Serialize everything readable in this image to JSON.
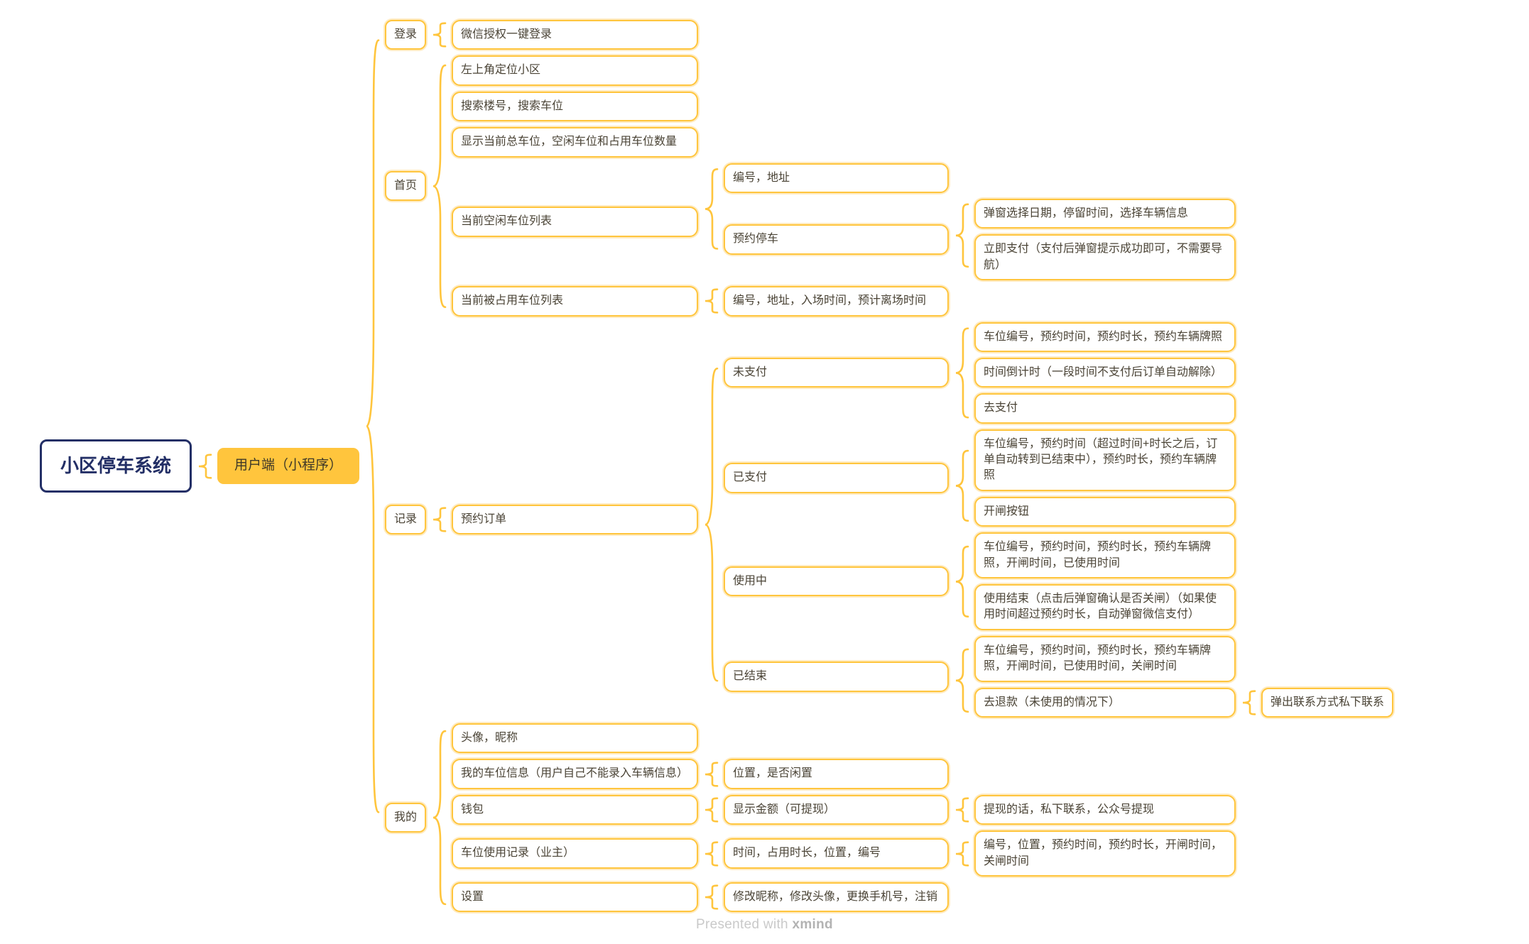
{
  "colors": {
    "accent": "#FFC53D",
    "root_border": "#232F66",
    "text": "#4A4335"
  },
  "footer": {
    "prefix": "Presented with ",
    "brand": "xmind"
  },
  "tree": {
    "id": "root",
    "label": "小区停车系统",
    "children": [
      {
        "id": "user-client",
        "label": "用户端（小程序）",
        "children": [
          {
            "id": "login",
            "label": "登录",
            "children": [
              {
                "id": "login-wechat-onekey",
                "label": "微信授权一键登录"
              }
            ]
          },
          {
            "id": "home",
            "label": "首页",
            "children": [
              {
                "id": "home-locate-community",
                "label": "左上角定位小区"
              },
              {
                "id": "home-search",
                "label": "搜索楼号，搜索车位"
              },
              {
                "id": "home-stats",
                "label": "显示当前总车位，空闲车位和占用车位数量"
              },
              {
                "id": "home-free-list",
                "label": "当前空闲车位列表",
                "children": [
                  {
                    "id": "free-number-address",
                    "label": "编号，地址"
                  },
                  {
                    "id": "free-reserve",
                    "label": "预约停车",
                    "children": [
                      {
                        "id": "reserve-popup",
                        "label": "弹窗选择日期，停留时间，选择车辆信息"
                      },
                      {
                        "id": "reserve-pay-now",
                        "label": "立即支付（支付后弹窗提示成功即可，不需要导航）"
                      }
                    ]
                  }
                ]
              },
              {
                "id": "home-occupied-list",
                "label": "当前被占用车位列表",
                "children": [
                  {
                    "id": "occupied-info",
                    "label": "编号，地址，入场时间，预计离场时间"
                  }
                ]
              }
            ]
          },
          {
            "id": "records",
            "label": "记录",
            "children": [
              {
                "id": "reserve-orders",
                "label": "预约订单",
                "children": [
                  {
                    "id": "unpaid",
                    "label": "未支付",
                    "children": [
                      {
                        "id": "unpaid-info",
                        "label": "车位编号，预约时间，预约时长，预约车辆牌照"
                      },
                      {
                        "id": "unpaid-countdown",
                        "label": "时间倒计时（一段时间不支付后订单自动解除）"
                      },
                      {
                        "id": "unpaid-gopay",
                        "label": "去支付"
                      }
                    ]
                  },
                  {
                    "id": "paid",
                    "label": "已支付",
                    "children": [
                      {
                        "id": "paid-info",
                        "label": "车位编号，预约时间（超过时间+时长之后，订单自动转到已结束中），预约时长，预约车辆牌照"
                      },
                      {
                        "id": "paid-open-gate",
                        "label": "开闸按钮"
                      }
                    ]
                  },
                  {
                    "id": "in-use",
                    "label": "使用中",
                    "children": [
                      {
                        "id": "inuse-info",
                        "label": "车位编号，预约时间，预约时长，预约车辆牌照，开闸时间，已使用时间"
                      },
                      {
                        "id": "inuse-end",
                        "label": "使用结束（点击后弹窗确认是否关闸）（如果使用时间超过预约时长，自动弹窗微信支付）"
                      }
                    ]
                  },
                  {
                    "id": "finished",
                    "label": "已结束",
                    "children": [
                      {
                        "id": "finished-info",
                        "label": "车位编号，预约时间，预约时长，预约车辆牌照，开闸时间，已使用时间，关闸时间"
                      },
                      {
                        "id": "finished-refund",
                        "label": "去退款（未使用的情况下）",
                        "children": [
                          {
                            "id": "refund-contact",
                            "label": "弹出联系方式私下联系"
                          }
                        ]
                      }
                    ]
                  }
                ]
              }
            ]
          },
          {
            "id": "mine",
            "label": "我的",
            "children": [
              {
                "id": "mine-avatar-nickname",
                "label": "头像，昵称"
              },
              {
                "id": "mine-parking-info",
                "label": "我的车位信息（用户自己不能录入车辆信息）",
                "children": [
                  {
                    "id": "parking-location-idle",
                    "label": "位置，是否闲置"
                  }
                ]
              },
              {
                "id": "mine-wallet",
                "label": "钱包",
                "children": [
                  {
                    "id": "wallet-balance",
                    "label": "显示金额（可提现）",
                    "children": [
                      {
                        "id": "wallet-withdraw",
                        "label": "提现的话，私下联系，公众号提现"
                      }
                    ]
                  }
                ]
              },
              {
                "id": "mine-usage-records",
                "label": "车位使用记录（业主）",
                "children": [
                  {
                    "id": "usage-info",
                    "label": "时间，占用时长，位置，编号",
                    "children": [
                      {
                        "id": "usage-detail",
                        "label": "编号，位置，预约时间，预约时长，开闸时间，关闸时间"
                      }
                    ]
                  }
                ]
              },
              {
                "id": "mine-settings",
                "label": "设置",
                "children": [
                  {
                    "id": "settings-actions",
                    "label": "修改昵称，修改头像，更换手机号，注销"
                  }
                ]
              }
            ]
          }
        ]
      }
    ]
  }
}
